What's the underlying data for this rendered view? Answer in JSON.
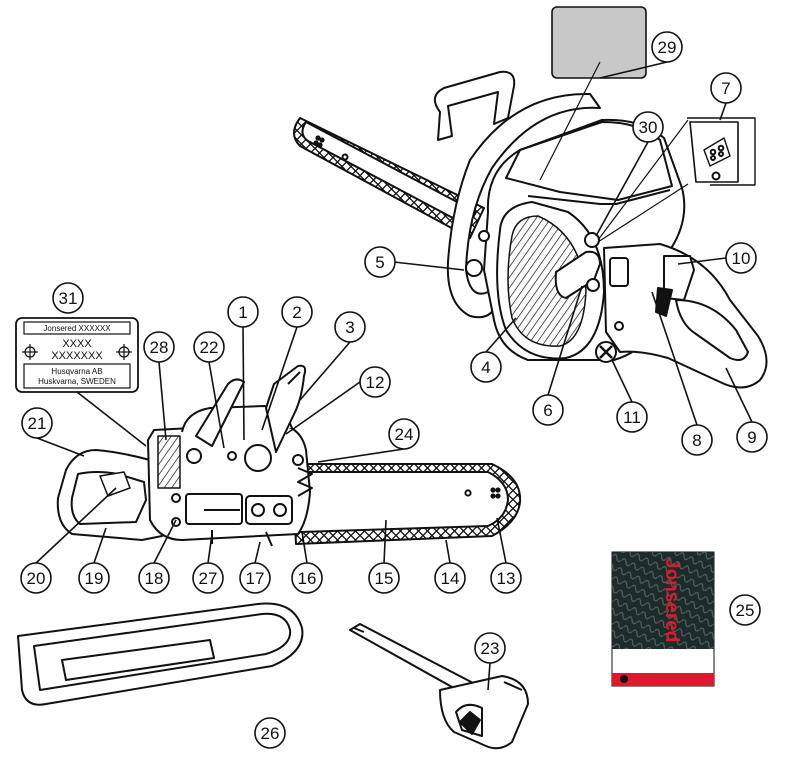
{
  "colors": {
    "line": "#111111",
    "sticker_gray": "#c8c8c8",
    "manual_dark": "#1d2b2a",
    "manual_red": "#e0182d"
  },
  "plate": {
    "line1": "Jonsered XXXXXX",
    "line2": "XXXX",
    "line3": "XXXXXXX",
    "line4": "Husqvarna AB",
    "line5": "Huskvarna, SWEDEN"
  },
  "manual": {
    "brand": "Jonsered"
  },
  "labels": [
    {
      "id": "1",
      "text": "1"
    },
    {
      "id": "2",
      "text": "2"
    },
    {
      "id": "3",
      "text": "3"
    },
    {
      "id": "4",
      "text": "4"
    },
    {
      "id": "5",
      "text": "5"
    },
    {
      "id": "6",
      "text": "6"
    },
    {
      "id": "7",
      "text": "7"
    },
    {
      "id": "8",
      "text": "8"
    },
    {
      "id": "9",
      "text": "9"
    },
    {
      "id": "10",
      "text": "10"
    },
    {
      "id": "11",
      "text": "11"
    },
    {
      "id": "12",
      "text": "12"
    },
    {
      "id": "13",
      "text": "13"
    },
    {
      "id": "14",
      "text": "14"
    },
    {
      "id": "15",
      "text": "15"
    },
    {
      "id": "16",
      "text": "16"
    },
    {
      "id": "17",
      "text": "17"
    },
    {
      "id": "18",
      "text": "18"
    },
    {
      "id": "19",
      "text": "19"
    },
    {
      "id": "20",
      "text": "20"
    },
    {
      "id": "21",
      "text": "21"
    },
    {
      "id": "22",
      "text": "22"
    },
    {
      "id": "23",
      "text": "23"
    },
    {
      "id": "24",
      "text": "24"
    },
    {
      "id": "25",
      "text": "25"
    },
    {
      "id": "26",
      "text": "26"
    },
    {
      "id": "27",
      "text": "27"
    },
    {
      "id": "28",
      "text": "28"
    },
    {
      "id": "29",
      "text": "29"
    },
    {
      "id": "30",
      "text": "30"
    },
    {
      "id": "31",
      "text": "31"
    }
  ]
}
